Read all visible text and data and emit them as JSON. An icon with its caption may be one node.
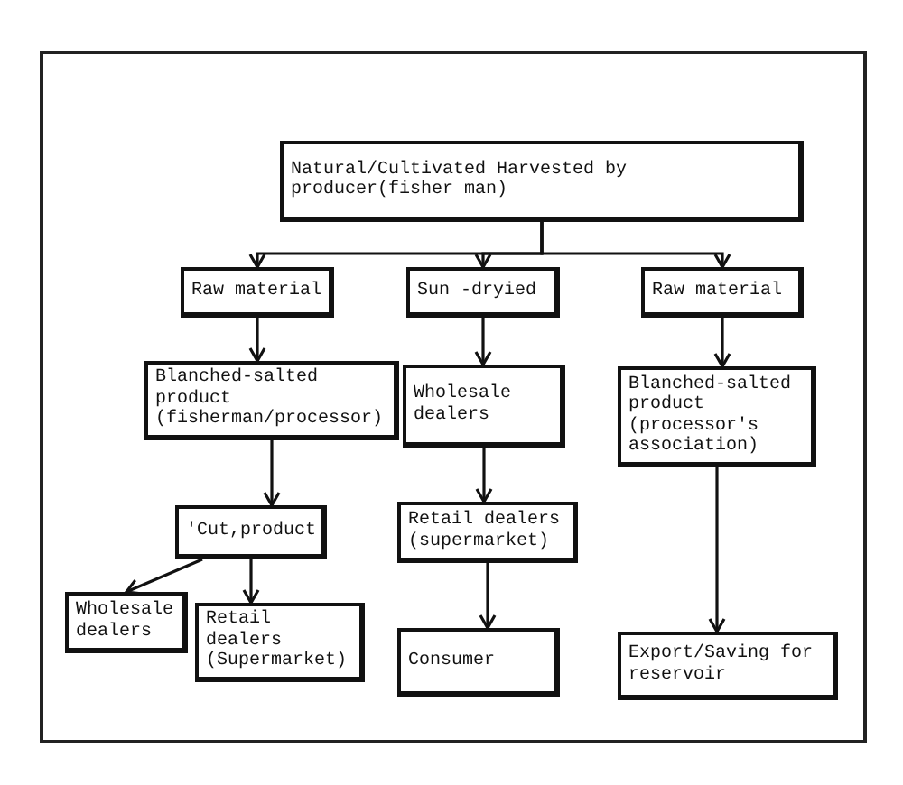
{
  "diagram": {
    "nodes": [
      {
        "text": [
          "Natural/Cultivated Harvested by producer(fisher man)"
        ]
      },
      {
        "text": [
          "Raw material"
        ]
      },
      {
        "text": [
          "Sun -dryied"
        ]
      },
      {
        "text": [
          "Raw material"
        ]
      },
      {
        "text": [
          "Blanched-salted product (fisherman/processor)"
        ]
      },
      {
        "text": [
          "Wholesale dealers"
        ]
      },
      {
        "text": [
          "Blanched-salted product (processor's association)"
        ]
      },
      {
        "text": [
          "'Cut,product"
        ]
      },
      {
        "text": [
          "Wholesale dealers"
        ]
      },
      {
        "text": [
          "Retail dealers (Supermarket)"
        ]
      },
      {
        "text": [
          "Retail dealers (supermarket)"
        ]
      },
      {
        "text": [
          "Consumer"
        ]
      },
      {
        "text": [
          "Export/Saving for reservoir"
        ]
      }
    ],
    "edges": [
      {
        "from": 0,
        "to": 1,
        "arrow": "to"
      },
      {
        "from": 0,
        "to": 2,
        "arrow": "to"
      },
      {
        "from": 0,
        "to": 3,
        "arrow": "to"
      },
      {
        "from": 1,
        "to": 4,
        "arrow": "to"
      },
      {
        "from": 2,
        "to": 5,
        "arrow": "to"
      },
      {
        "from": 3,
        "to": 6,
        "arrow": "to"
      },
      {
        "from": 4,
        "to": 7,
        "arrow": "to"
      },
      {
        "from": 5,
        "to": 10,
        "arrow": "to"
      },
      {
        "from": 6,
        "to": 12,
        "arrow": "to"
      },
      {
        "from": 7,
        "to": 8,
        "arrow": "to"
      },
      {
        "from": 7,
        "to": 9,
        "arrow": "to"
      },
      {
        "from": 10,
        "to": 11,
        "arrow": "to"
      }
    ]
  }
}
